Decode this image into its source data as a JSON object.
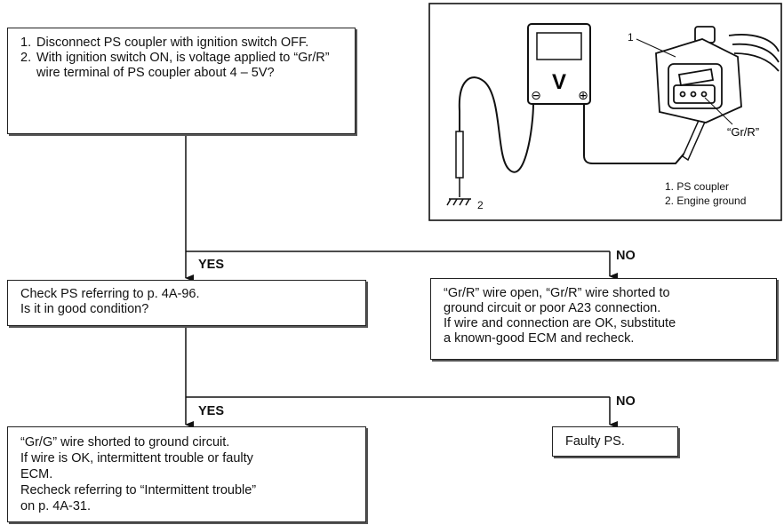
{
  "question_box": {
    "step1_num": "1.",
    "step1_text": "Disconnect PS coupler with ignition switch OFF.",
    "step2_num": "2.",
    "step2_text": "With ignition switch ON, is voltage applied to “Gr/R” wire terminal of PS coupler about 4 – 5V?"
  },
  "figure": {
    "meter_symbol": "V",
    "minus_symbol": "⊖",
    "plus_symbol": "⊕",
    "callout_1": "1",
    "callout_2": "2",
    "wire_label": "“Gr/R”",
    "legend": [
      "1.  PS coupler",
      "2.  Engine ground"
    ]
  },
  "branch1": {
    "yes_label": "YES",
    "no_label": "NO"
  },
  "check_box": {
    "lines": [
      "Check PS referring to p. 4A-96.",
      "Is it in good condition?"
    ]
  },
  "no1_box": {
    "lines": [
      "“Gr/R” wire open, “Gr/R” wire shorted to",
      "ground circuit or poor A23 connection.",
      "If wire and connection are OK, substitute",
      "a known-good ECM and recheck."
    ]
  },
  "branch2": {
    "yes_label": "YES",
    "no_label": "NO"
  },
  "yes2_box": {
    "lines": [
      "“Gr/G” wire shorted to ground circuit.",
      "If wire is OK, intermittent trouble or faulty",
      "ECM.",
      "Recheck referring to “Intermittent trouble”",
      "on p. 4A-31."
    ]
  },
  "no2_box": {
    "text": "Faulty PS."
  }
}
